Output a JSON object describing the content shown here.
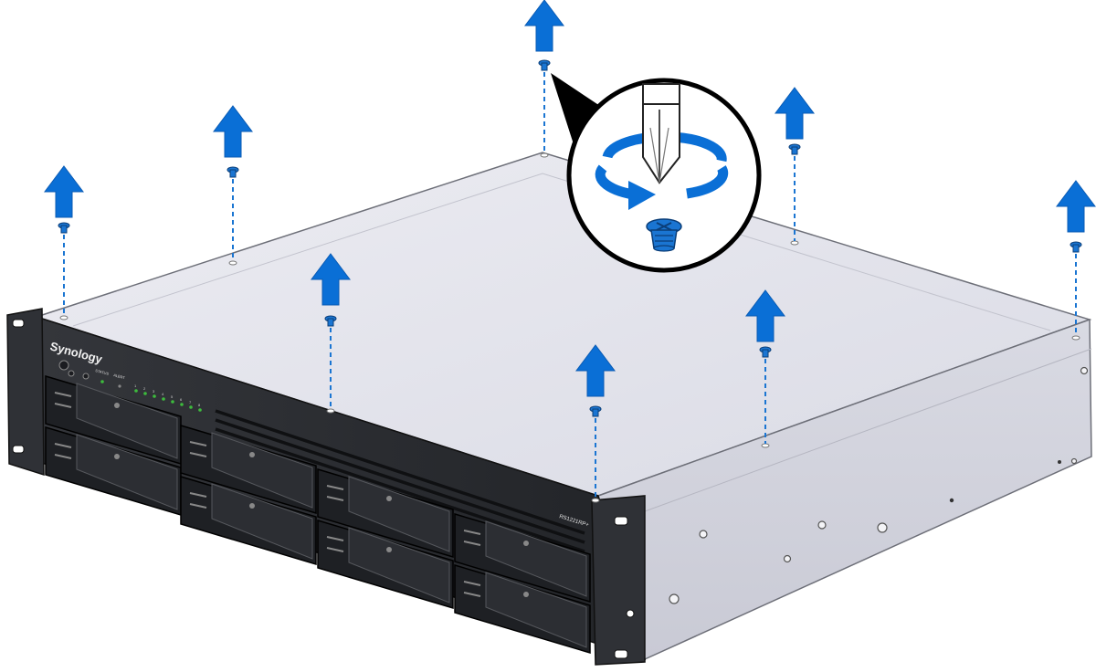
{
  "device": {
    "brand": "Synology",
    "model": "RS1221RP+",
    "status_label": "STATUS",
    "alert_label": "ALERT",
    "led_numbers": [
      "1",
      "2",
      "3",
      "4",
      "5",
      "6",
      "7",
      "8"
    ]
  },
  "colors": {
    "arrow_blue": "#0a6fd6",
    "screw_blue": "#1a75d2",
    "chassis_top": "#e3e4ec",
    "chassis_side": "#d3d4de",
    "front_panel": "#2b2d31",
    "led_green": "#3dbb3d"
  },
  "icons": {
    "removal_arrow": "arrow-up-icon",
    "screw": "screw-icon",
    "screwdriver": "screwdriver-icon",
    "rotation": "counterclockwise-rotation-icon"
  }
}
